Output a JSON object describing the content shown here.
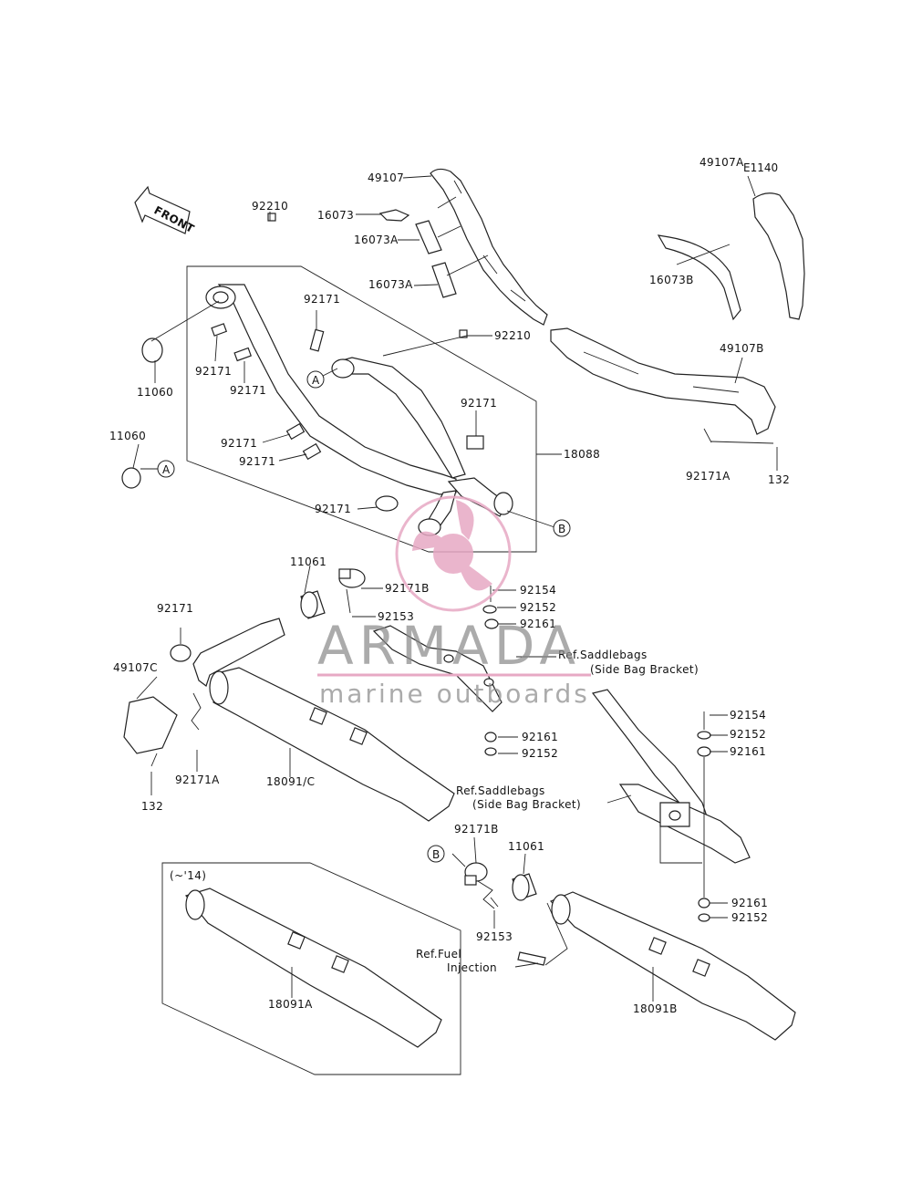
{
  "diagram_code": "E1140",
  "front_arrow": "FRONT",
  "watermark": {
    "brand": "ARMADA",
    "tagline": "marine outboards",
    "logo_color": "#e7a9c4"
  },
  "callouts": {
    "A": "A",
    "B": "B"
  },
  "labels": {
    "p49107": "49107",
    "p16073": "16073",
    "p16073A_1": "16073A",
    "p16073A_2": "16073A",
    "p49107A": "49107A",
    "p16073B": "16073B",
    "p49107B": "49107B",
    "p92171A_top": "92171A",
    "p132_top": "132",
    "p92210_top": "92210",
    "p92210_mid": "92210",
    "p11060_a": "11060",
    "p11060_b": "11060",
    "p92171_a": "92171",
    "p92171_b": "92171",
    "p92171_c": "92171",
    "p92171_d": "92171",
    "p92171_e": "92171",
    "p92171_f": "92171",
    "p92171_g": "92171",
    "p18088": "18088",
    "p11061_a": "11061",
    "p92171B_a": "92171B",
    "p92153_a": "92153",
    "p92154_a": "92154",
    "p92152_a": "92152",
    "p92161_a": "92161",
    "ref_saddle_a_1": "Ref.Saddlebags",
    "ref_saddle_a_2": "(Side Bag Bracket)",
    "p92171_h": "92171",
    "p49107C": "49107C",
    "p92171A_low": "92171A",
    "p132_low": "132",
    "p18091C": "18091/C",
    "p92161_b": "92161",
    "p92152_b": "92152",
    "p92154_b": "92154",
    "p92152_c": "92152",
    "p92161_c": "92161",
    "ref_saddle_b_1": "Ref.Saddlebags",
    "ref_saddle_b_2": "(Side Bag Bracket)",
    "p92171B_b": "92171B",
    "p11061_b": "11061",
    "p92153_b": "92153",
    "ref_fuel_1": "Ref.Fuel",
    "ref_fuel_2": "Injection",
    "p92161_d": "92161",
    "p92152_d": "92152",
    "p18091A": "18091A",
    "p18091B": "18091B",
    "year_note": "(~'14)"
  }
}
